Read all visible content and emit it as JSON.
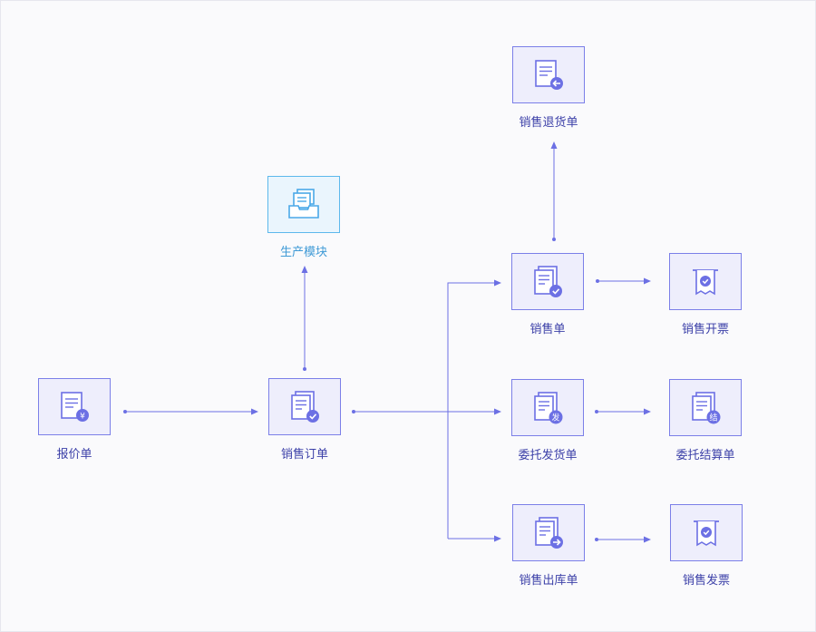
{
  "colors": {
    "accent": "#6c70e4",
    "box_bg": "#eeeefc",
    "production": "#4aa8e8",
    "production_bg": "#eaf5fd"
  },
  "nodes": {
    "quote": {
      "label": "报价单",
      "icon": "document-yen-icon",
      "badge": "¥"
    },
    "sales_order": {
      "label": "销售订单",
      "icon": "document-check-icon"
    },
    "production": {
      "label": "生产模块",
      "icon": "tray-documents-icon"
    },
    "sales_return": {
      "label": "销售退货单",
      "icon": "document-return-icon"
    },
    "sales_slip": {
      "label": "销售单",
      "icon": "document-check-icon"
    },
    "sales_invoice": {
      "label": "销售开票",
      "icon": "receipt-check-icon"
    },
    "consign_ship": {
      "label": "委托发货单",
      "icon": "document-ship-icon",
      "badge": "发"
    },
    "consign_settle": {
      "label": "委托结算单",
      "icon": "document-settle-icon",
      "badge": "结"
    },
    "sales_outbound": {
      "label": "销售出库单",
      "icon": "document-outbound-icon"
    },
    "sales_receipt": {
      "label": "销售发票",
      "icon": "receipt-check-icon"
    }
  }
}
